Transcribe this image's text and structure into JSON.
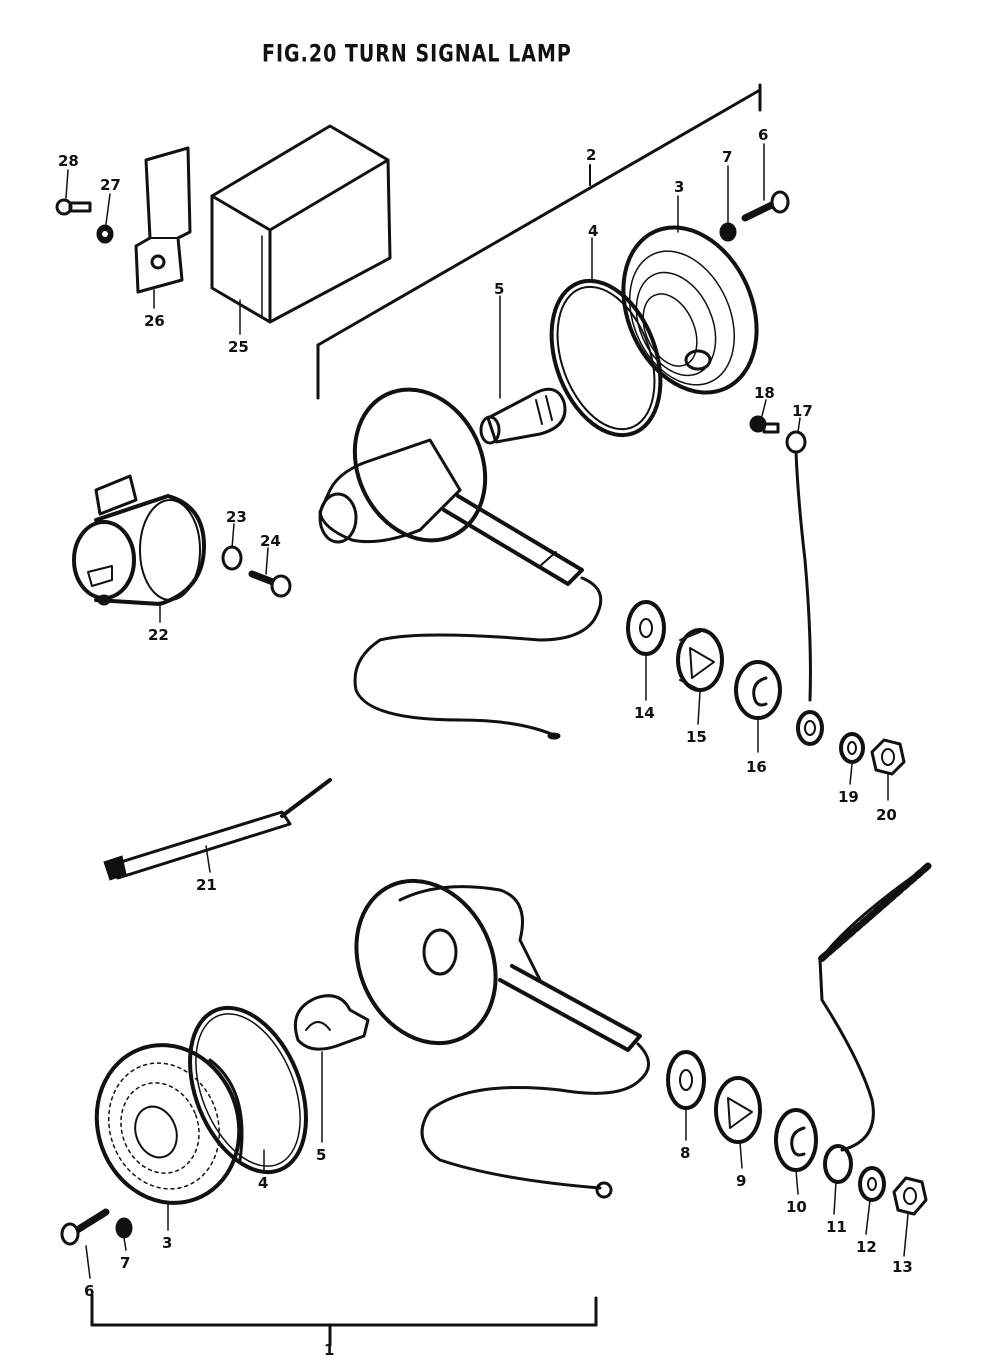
{
  "figure": {
    "title": "FIG.20   TURN SIGNAL LAMP"
  },
  "callouts": {
    "c1": "1",
    "c2": "2",
    "c3_upper": "3",
    "c3_lower": "3",
    "c4_upper": "4",
    "c4_lower": "4",
    "c5_upper": "5",
    "c5_lower": "5",
    "c6_upper": "6",
    "c6_lower": "6",
    "c7_upper": "7",
    "c7_lower": "7",
    "c8": "8",
    "c9": "9",
    "c10": "10",
    "c11": "11",
    "c12": "12",
    "c13": "13",
    "c14": "14",
    "c15": "15",
    "c16": "16",
    "c17": "17",
    "c18": "18",
    "c19": "19",
    "c20": "20",
    "c21": "21",
    "c22": "22",
    "c23": "23",
    "c24": "24",
    "c25": "25",
    "c26": "26",
    "c27": "27",
    "c28": "28"
  }
}
